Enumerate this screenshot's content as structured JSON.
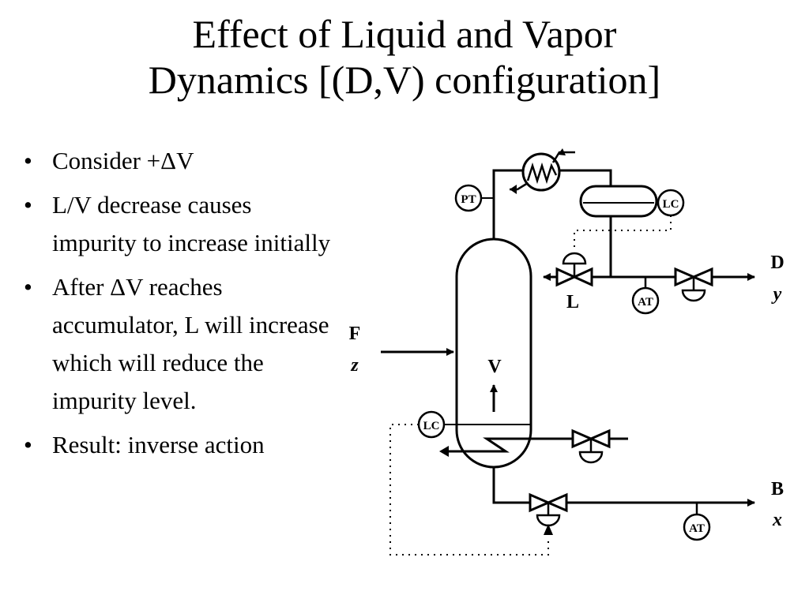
{
  "slide": {
    "title_line1": "Effect of Liquid and Vapor",
    "title_line2": "Dynamics [(D,V) configuration]",
    "bullets": [
      "Consider +ΔV",
      "L/V decrease causes impurity to increase initially",
      "After ΔV reaches accumulator, L will increase which will reduce the impurity level.",
      "Result: inverse action"
    ]
  },
  "diagram": {
    "instruments": {
      "pt": "PT",
      "lc_top": "LC",
      "at_top": "AT",
      "lc_bottom": "LC",
      "at_bottom": "AT"
    },
    "labels": {
      "feed": "F",
      "feed_comp": "z",
      "reflux": "L",
      "vapor": "V",
      "distillate": "D",
      "distillate_comp": "y",
      "bottoms": "B",
      "bottoms_comp": "x"
    }
  }
}
